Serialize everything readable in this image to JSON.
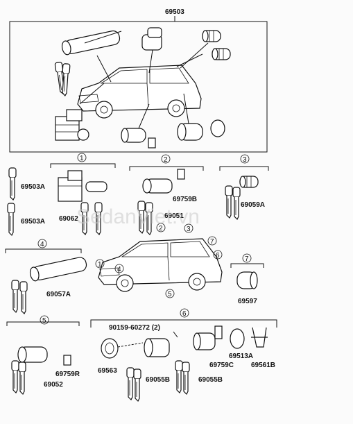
{
  "main_assembly_label": "69503",
  "watermark": "SedanViet.vn",
  "callout_digits": [
    "1",
    "2",
    "3",
    "4",
    "5",
    "6",
    "7"
  ],
  "parts": {
    "p69503A_1": "69503A",
    "p69503A_2": "69503A",
    "p69062": "69062",
    "p69759B": "69759B",
    "p69051": "69051",
    "p69059A": "69059A",
    "p69057A": "69057A",
    "p69597": "69597",
    "p90159": "90159-60272 (2)",
    "p69563": "69563",
    "p69055B_a": "69055B",
    "p69759C": "69759C",
    "p69513A": "69513A",
    "p69561B": "69561B",
    "p69055B_b": "69055B",
    "p69759R": "69759R",
    "p69052": "69052"
  }
}
